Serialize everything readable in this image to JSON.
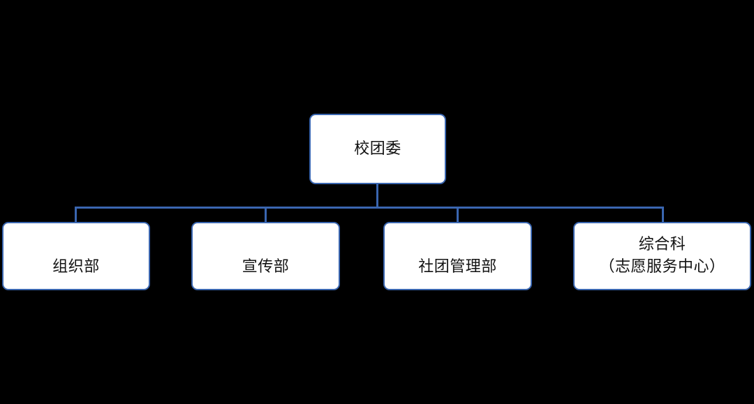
{
  "diagram": {
    "type": "org-chart",
    "title": "",
    "background_color": "#000000",
    "node_fill_color": "#ffffff",
    "node_border_color": "#3a66b0",
    "connector_color": "#3a66b0",
    "text_color": "#121212",
    "root": {
      "label": "校团委"
    },
    "children": [
      {
        "label": "组织部",
        "line1": "组织部",
        "line2": ""
      },
      {
        "label": "宣传部",
        "line1": "宣传部",
        "line2": ""
      },
      {
        "label": "社团管理部",
        "line1": "社团管理部",
        "line2": ""
      },
      {
        "label": "综合科（志愿服务中心）",
        "line1": "综合科",
        "line2": "（志愿服务中心）"
      }
    ]
  }
}
